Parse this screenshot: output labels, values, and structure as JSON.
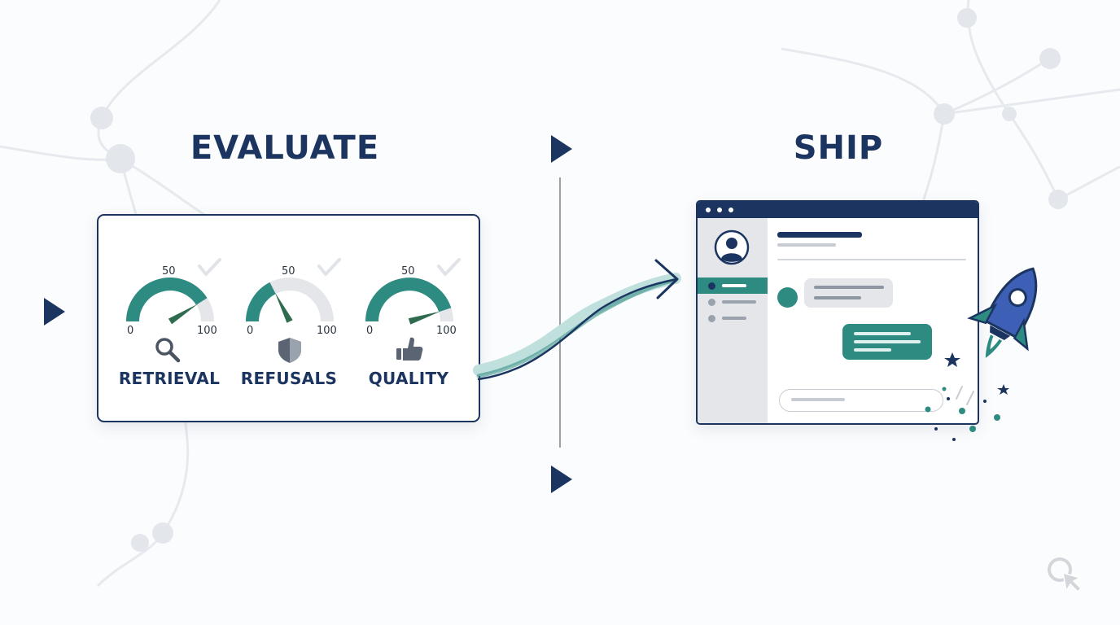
{
  "evaluate": {
    "title": "EVALUATE",
    "gauges": [
      {
        "label": "RETRIEVAL",
        "icon": "magnifier-icon",
        "value": 82,
        "scale_min": "0",
        "scale_mid": "50",
        "scale_max": "100"
      },
      {
        "label": "REFUSALS",
        "icon": "shield-icon",
        "value": 35,
        "scale_min": "0",
        "scale_mid": "50",
        "scale_max": "100"
      },
      {
        "label": "QUALITY",
        "icon": "thumbs-up-icon",
        "value": 90,
        "scale_min": "0",
        "scale_mid": "50",
        "scale_max": "100"
      }
    ]
  },
  "ship": {
    "title": "SHIP"
  },
  "colors": {
    "navy": "#1b3560",
    "teal": "#2e8b82",
    "light_gray": "#e4e6ea",
    "rocket_blue": "#3d5fb6"
  }
}
